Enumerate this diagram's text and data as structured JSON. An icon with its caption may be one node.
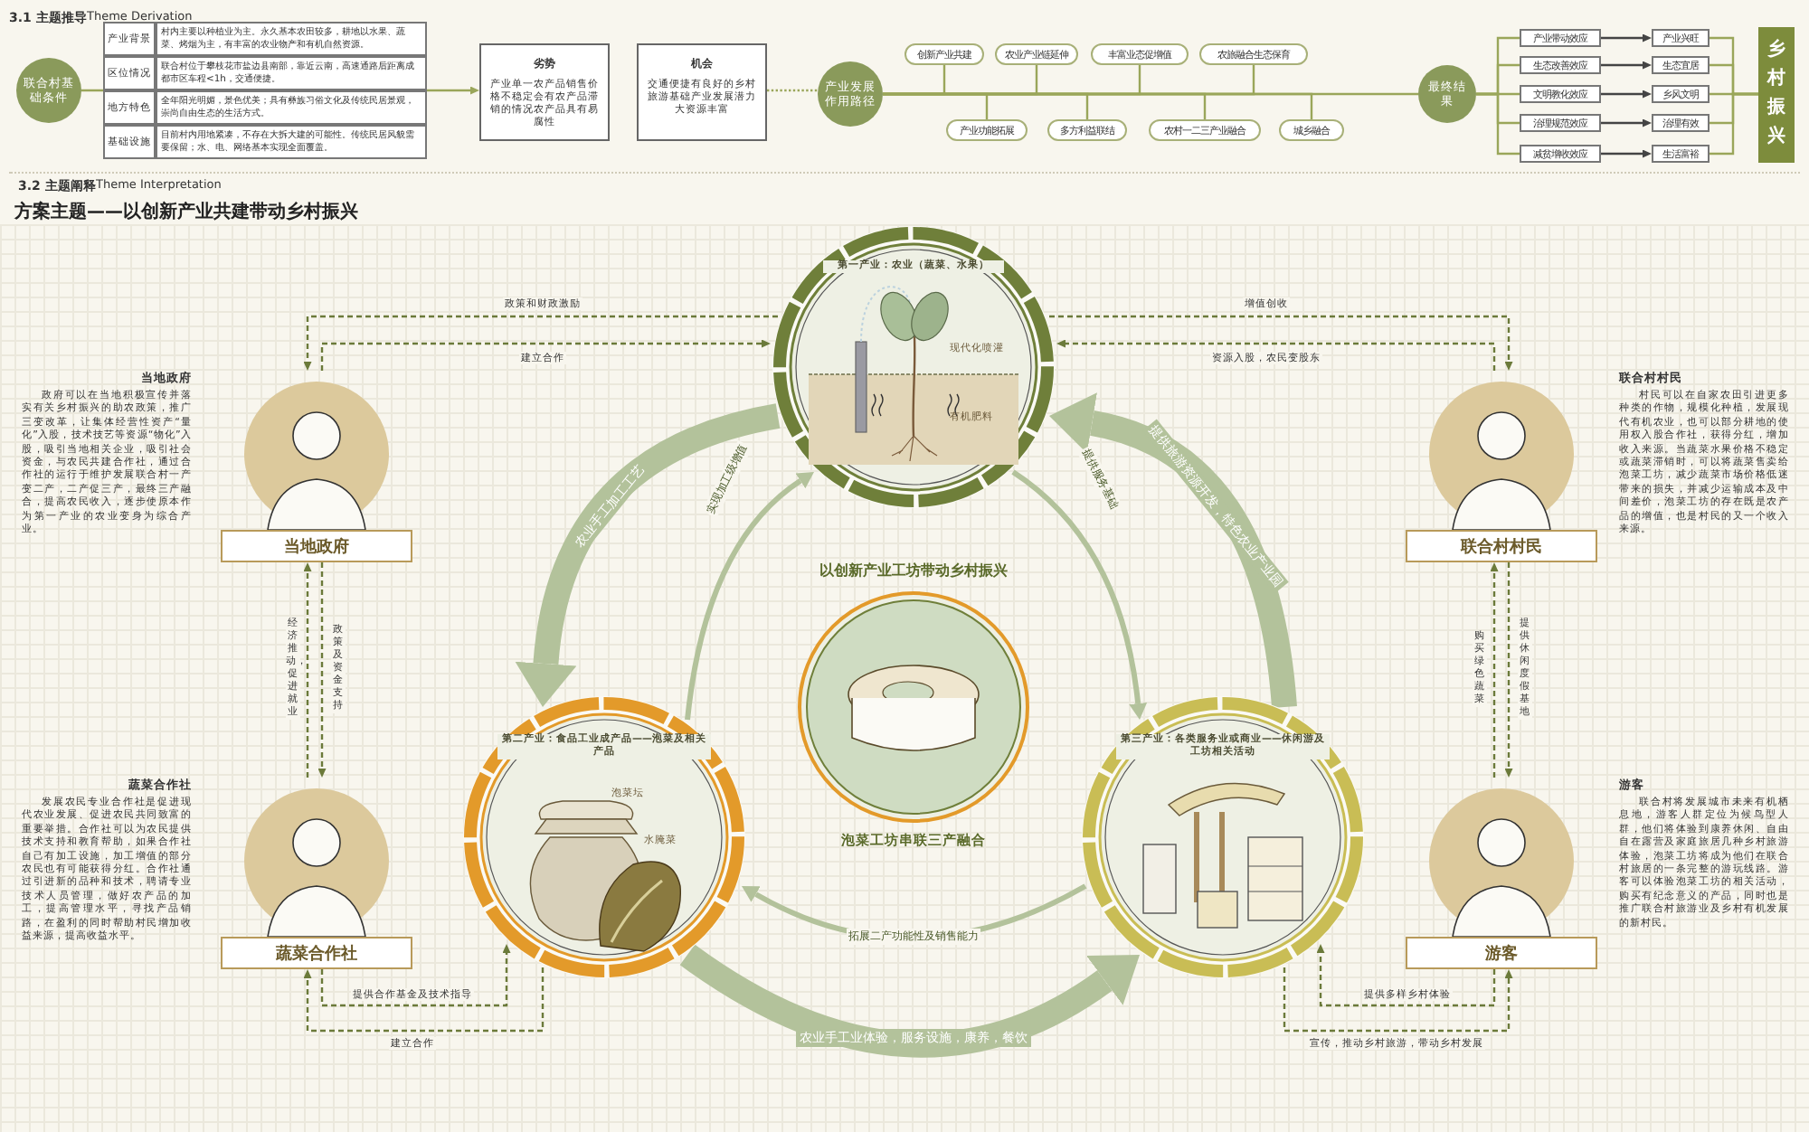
{
  "diagram": {
    "title": "方案主题——以创新产业共建带动乡村振兴",
    "nodes": [
      {
        "text": [
          "联合村基础条件"
        ]
      },
      {
        "text": [
          "劣势",
          "产业单一农产品销售价格不稳定会有农产品滞销的情况农产品具有易腐性"
        ]
      },
      {
        "text": [
          "机会",
          "交通便捷有良好的乡村旅游基础产业发展潜力大资源丰富"
        ]
      },
      {
        "text": [
          "产业发展作用路径"
        ]
      },
      {
        "text": [
          "创新产业共建"
        ]
      },
      {
        "text": [
          "农业产业链延伸"
        ]
      },
      {
        "text": [
          "丰富业态促增值"
        ]
      },
      {
        "text": [
          "农旅融合生态保育"
        ]
      },
      {
        "text": [
          "产业功能拓展"
        ]
      },
      {
        "text": [
          "多方利益联结"
        ]
      },
      {
        "text": [
          "农村一二三产业融合"
        ]
      },
      {
        "text": [
          "城乡融合"
        ]
      },
      {
        "text": [
          "最终结果"
        ]
      },
      {
        "text": [
          "产业带动效应"
        ]
      },
      {
        "text": [
          "生态改善效应"
        ]
      },
      {
        "text": [
          "文明教化效应"
        ]
      },
      {
        "text": [
          "治理规范效应"
        ]
      },
      {
        "text": [
          "减贫增收效应"
        ]
      },
      {
        "text": [
          "产业兴旺"
        ]
      },
      {
        "text": [
          "生态宜居"
        ]
      },
      {
        "text": [
          "乡风文明"
        ]
      },
      {
        "text": [
          "治理有效"
        ]
      },
      {
        "text": [
          "生活富裕"
        ]
      },
      {
        "text": [
          "乡村振兴"
        ]
      },
      {
        "text": [
          "当地政府"
        ],
        "beside": [
          "当地政府",
          "政府可以在当地积极宣传并落实有关乡村振兴的助农政策，推广三变改革，让集体经营性资产“量化”入股，技术技艺等资源“物化”入股，吸引当地相关企业，吸引社会资金，与农民共建合作社，通过合作社的运行于维护发展联合村一产变二产，二产促三产，最终三产融合，提高农民收入，逐步使原本作为第一产业的农业变身为综合产业。"
        ]
      },
      {
        "text": [
          "蔬菜合作社"
        ],
        "beside": [
          "蔬菜合作社",
          "发展农民专业合作社是促进现代农业发展、促进农民共同致富的重要举措。合作社可以为农民提供技术支持和教育帮助，如果合作社自己有加工设施，加工增值的部分农民也有可能获得分红。合作社通过引进新的品种和技术，聘请专业技术人员管理，做好农产品的加工，提高管理水平，寻找产品销路，在盈利的同时帮助村民增加收益来源，提高收益水平。"
        ]
      },
      {
        "text": [
          "联合村村民"
        ],
        "beside": [
          "联合村村民",
          "村民可以在自家农田引进更多种类的作物，规模化种植，发展现代有机农业，也可以部分耕地的使用权入股合作社，获得分红，增加收入来源。当蔬菜水果价格不稳定或蔬菜滞销时，可以将蔬菜售卖给泡菜工坊，减少蔬菜市场价格低迷带来的损失，并减少运输成本及中间差价，泡菜工坊的存在既是农产品的增值，也是村民的又一个收入来源。"
        ]
      },
      {
        "text": [
          "游客"
        ],
        "beside": [
          "游客",
          "联合村将发展城市未来有机栖息地，游客人群定位为候鸟型人群，他们将体验到康养休闲、自由自在露营及家庭旅居几种乡村旅游体验，泡菜工坊将成为他们在联合村旅居的一条完整的游玩线路。游客可以体验泡菜工坊的相关活动，购买有纪念意义的产品，同时也是推广联合村旅游业及乡村有机发展的新村民。"
        ]
      },
      {
        "text": [
          "第一产业：农业（蔬菜、水果）",
          "现代化喷灌",
          "有机肥料"
        ]
      },
      {
        "text": [
          "第二产业：食品工业成产品——泡菜及相关产品",
          "泡菜坛",
          "水腌菜"
        ]
      },
      {
        "text": [
          "第三产业：各类服务业或商业——休闲游及工坊相关活动"
        ]
      },
      {
        "text": [
          "以创新产业工坊带动乡村振兴",
          "泡菜工坊串联三产融合"
        ]
      }
    ],
    "edges": [
      {
        "from": 0,
        "to": 1,
        "arrow": "to"
      },
      {
        "from": 2,
        "to": 3,
        "arrow": "none",
        "style": "dashed"
      },
      {
        "from": 3,
        "to": 12,
        "arrow": "none"
      },
      {
        "from": 3,
        "to": 4,
        "arrow": "none"
      },
      {
        "from": 3,
        "to": 5,
        "arrow": "none"
      },
      {
        "from": 3,
        "to": 6,
        "arrow": "none"
      },
      {
        "from": 3,
        "to": 7,
        "arrow": "none"
      },
      {
        "from": 3,
        "to": 8,
        "arrow": "none"
      },
      {
        "from": 3,
        "to": 9,
        "arrow": "none"
      },
      {
        "from": 3,
        "to": 10,
        "arrow": "none"
      },
      {
        "from": 3,
        "to": 11,
        "arrow": "none"
      },
      {
        "from": 12,
        "to": 13,
        "arrow": "none"
      },
      {
        "from": 12,
        "to": 14,
        "arrow": "none"
      },
      {
        "from": 12,
        "to": 15,
        "arrow": "none"
      },
      {
        "from": 12,
        "to": 16,
        "arrow": "none"
      },
      {
        "from": 12,
        "to": 17,
        "arrow": "none"
      },
      {
        "from": 13,
        "to": 18,
        "arrow": "to",
        "color": "#444444"
      },
      {
        "from": 14,
        "to": 19,
        "arrow": "to",
        "color": "#444444"
      },
      {
        "from": 15,
        "to": 20,
        "arrow": "to",
        "color": "#444444"
      },
      {
        "from": 16,
        "to": 21,
        "arrow": "to",
        "color": "#444444"
      },
      {
        "from": 17,
        "to": 22,
        "arrow": "to",
        "color": "#444444"
      },
      {
        "from": 18,
        "to": 23,
        "arrow": "none"
      },
      {
        "from": 19,
        "to": 23,
        "arrow": "none"
      },
      {
        "from": 20,
        "to": 23,
        "arrow": "none"
      },
      {
        "from": 21,
        "to": 23,
        "arrow": "none"
      },
      {
        "from": 22,
        "to": 23,
        "arrow": "none"
      },
      {
        "from": 28,
        "to": 24,
        "arrow": "to",
        "label": "政策和财政激励",
        "style": "dashed",
        "color": "#6b7a3a"
      },
      {
        "from": 24,
        "to": 28,
        "arrow": "to",
        "label": "建立合作",
        "style": "dashed",
        "color": "#6b7a3a"
      },
      {
        "from": 28,
        "to": 26,
        "arrow": "to",
        "label": "增值创收",
        "style": "dashed",
        "color": "#6b7a3a"
      },
      {
        "from": 26,
        "to": 28,
        "arrow": "to",
        "label": "资源入股，农民变股东",
        "style": "dashed",
        "color": "#6b7a3a"
      },
      {
        "from": 25,
        "to": 24,
        "arrow": "to",
        "label": "经济推动，促进就业",
        "style": "dashed",
        "color": "#6b7a3a"
      },
      {
        "from": 24,
        "to": 25,
        "arrow": "to",
        "label": "政策及资金支持",
        "style": "dashed",
        "color": "#6b7a3a"
      },
      {
        "from": 27,
        "to": 26,
        "arrow": "to",
        "label": "购买绿色蔬菜",
        "style": "dashed",
        "color": "#6b7a3a"
      },
      {
        "from": 26,
        "to": 27,
        "arrow": "to",
        "label": "提供休闲度假基地",
        "style": "dashed",
        "color": "#6b7a3a"
      },
      {
        "from": 25,
        "to": 29,
        "arrow": "to",
        "label": "提供合作基金及技术指导",
        "style": "dashed",
        "color": "#6b7a3a"
      },
      {
        "from": 29,
        "to": 25,
        "arrow": "to",
        "label": "建立合作",
        "style": "dashed",
        "color": "#6b7a3a"
      },
      {
        "from": 27,
        "to": 30,
        "arrow": "to",
        "label": "提供多样乡村体验",
        "style": "dashed",
        "color": "#6b7a3a"
      },
      {
        "from": 30,
        "to": 27,
        "arrow": "to",
        "label": "宣传，推动乡村旅游，带动乡村发展",
        "style": "dashed",
        "color": "#6b7a3a"
      },
      {
        "from": 28,
        "to": 29,
        "arrow": "to",
        "label": "农业手工加工工艺",
        "style": "thick",
        "color": "#b3c29b"
      },
      {
        "from": 29,
        "to": 28,
        "arrow": "to",
        "label": "实现加工级增值",
        "style": "thick",
        "color": "#b3c29b"
      },
      {
        "from": 30,
        "to": 28,
        "arrow": "to",
        "label": "提供旅游资源开发，特色农业产业园",
        "style": "thick",
        "color": "#b3c29b"
      },
      {
        "from": 28,
        "to": 30,
        "arrow": "to",
        "label": "提供服务基础",
        "style": "thick",
        "color": "#b3c29b"
      },
      {
        "from": 29,
        "to": 30,
        "arrow": "to",
        "label": "农业手工业体验，服务设施，康养，餐饮",
        "style": "thick",
        "color": "#b3c29b"
      },
      {
        "from": 30,
        "to": 29,
        "arrow": "to",
        "label": "拓展二产功能性及销售能力",
        "style": "thick",
        "color": "#b3c29b"
      }
    ],
    "labels": [
      "3.1 主题推导",
      "Theme Derivation",
      "产业背景",
      "村内主要以种植业为主。永久基本农田较多，耕地以水果、蔬菜、烤烟为主，有丰富的农业物产和有机自然资源。",
      "区位情况",
      "联合村位于攀枝花市盐边县南部，靠近云南，高速通路后距离成都市区车程<1h，交通便捷。",
      "地方特色",
      "全年阳光明媚，景色优美；具有彝族习俗文化及传统民居景观，崇尚自由生态的生活方式。",
      "基础设施",
      "目前村内用地紧凑，不存在大拆大建的可能性。传统民居风貌需要保留；水、电、网络基本实现全面覆盖。",
      "3.2 主题阐释",
      "Theme Interpretation"
    ]
  }
}
